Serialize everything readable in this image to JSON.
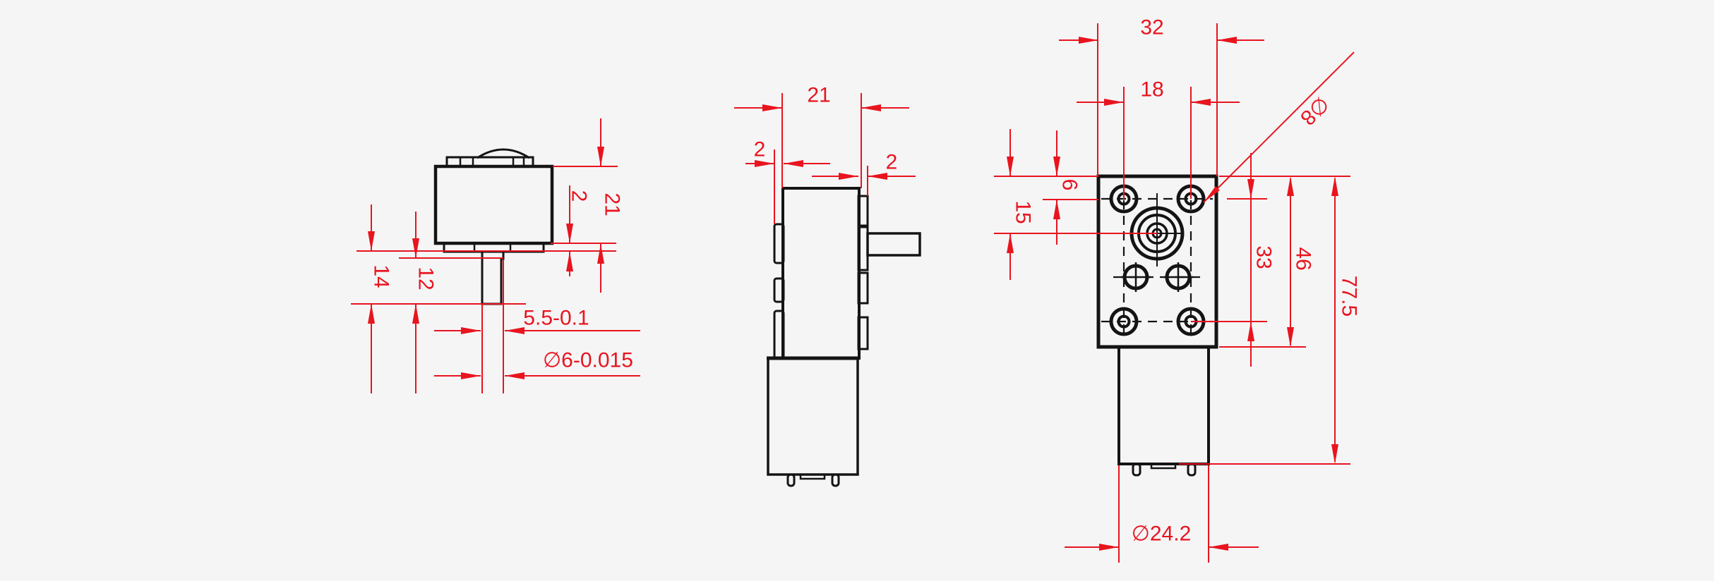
{
  "drawing": {
    "type": "engineering-dimension-drawing",
    "background_color": "#f5f5f6",
    "line_color": "#141414",
    "dimension_color": "#e8141e",
    "views": {
      "side": {
        "dims": {
          "body_height": "21",
          "flange_step": "2",
          "shaft_total_length": "14",
          "shaft_length": "12",
          "shaft_flat_width": "5.5-0.1",
          "shaft_diameter": "∅6-0.015"
        }
      },
      "front": {
        "dims": {
          "gearbox_width": "21",
          "left_tab": "2",
          "right_tab": "2"
        }
      },
      "face": {
        "dims": {
          "body_width": "32",
          "hole_pitch_horizontal": "18",
          "screw_hole_diameter": "∅8",
          "edge_to_hole": "6",
          "edge_to_shaft_center": "15",
          "hole_pitch_vertical": "33",
          "gearbox_height": "46",
          "total_height": "77.5",
          "motor_diameter": "∅24.2"
        }
      }
    }
  }
}
